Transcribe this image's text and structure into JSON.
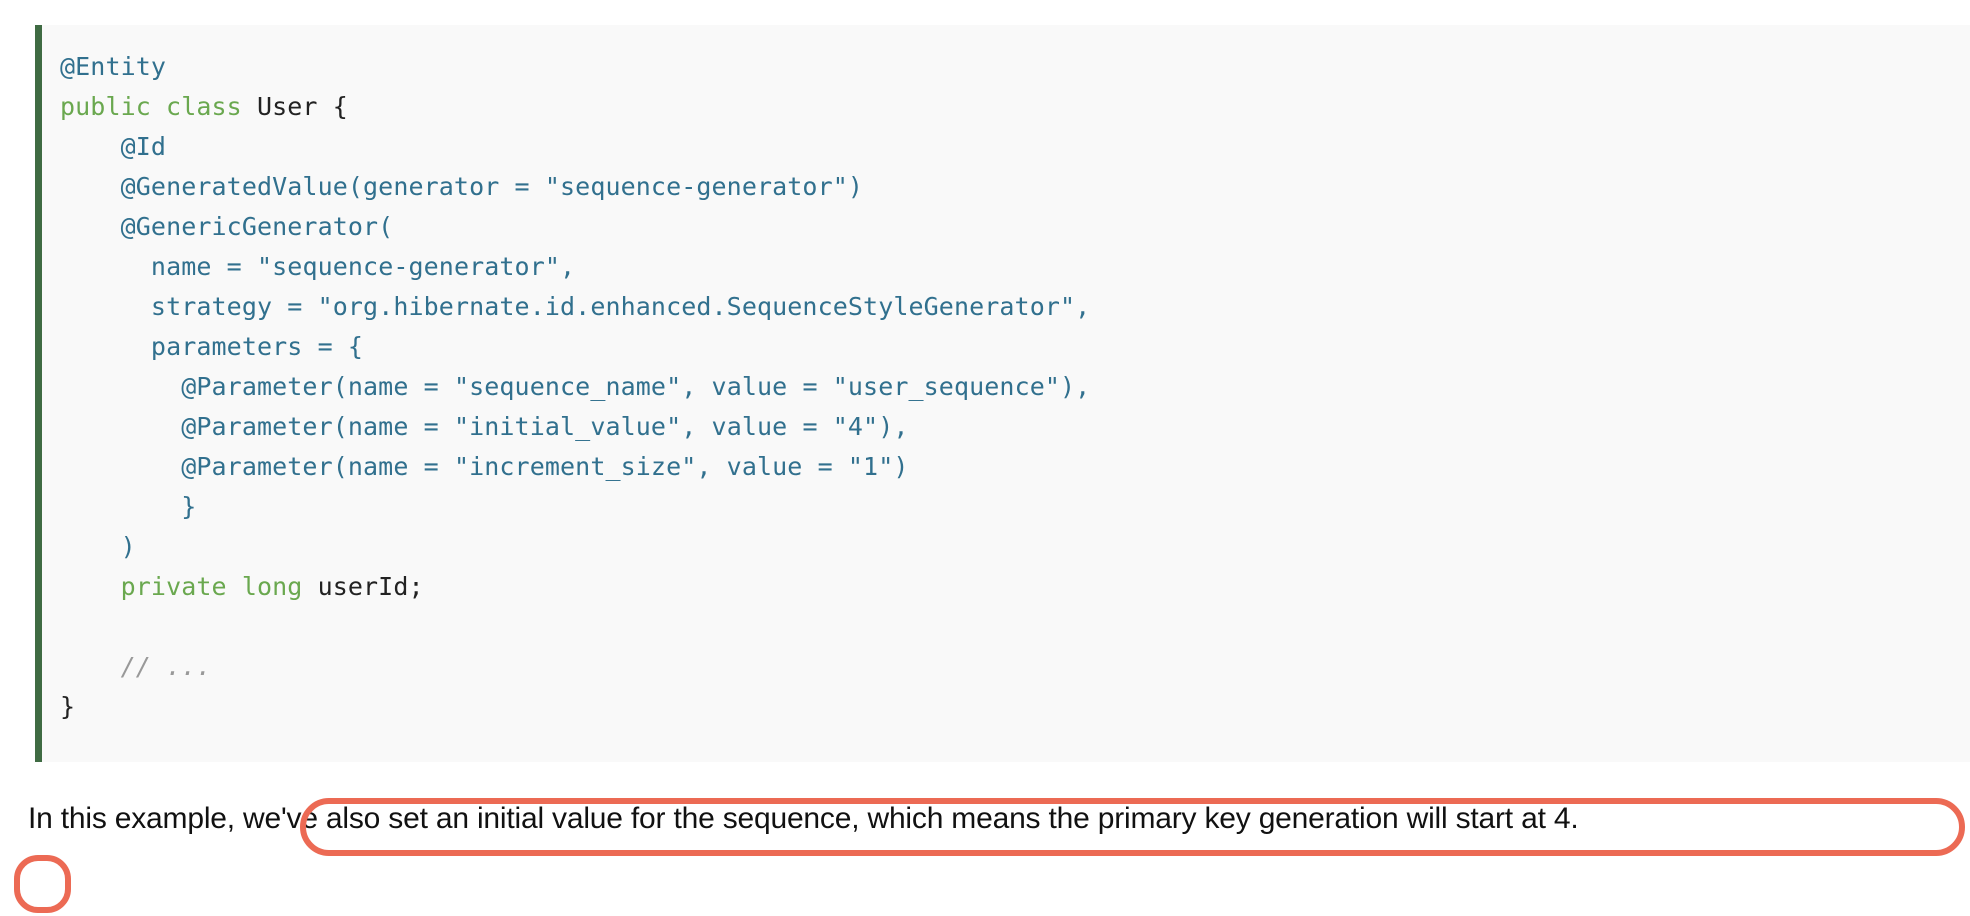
{
  "code_block": {
    "language": "java",
    "accent_border_color": "#3f6b43",
    "background_color": "#f9f9f9",
    "lines": [
      {
        "indent": 0,
        "tokens": [
          {
            "t": "ann",
            "s": "@Entity"
          }
        ]
      },
      {
        "indent": 0,
        "tokens": [
          {
            "t": "kw",
            "s": "public class "
          },
          {
            "t": "plain",
            "s": "User {"
          }
        ]
      },
      {
        "indent": 1,
        "tokens": [
          {
            "t": "ann",
            "s": "@Id"
          }
        ]
      },
      {
        "indent": 1,
        "tokens": [
          {
            "t": "ann",
            "s": "@GeneratedValue(generator = "
          },
          {
            "t": "str",
            "s": "\"sequence-generator\""
          },
          {
            "t": "ann",
            "s": ")"
          }
        ]
      },
      {
        "indent": 1,
        "tokens": [
          {
            "t": "ann",
            "s": "@GenericGenerator("
          }
        ]
      },
      {
        "indent": 1,
        "extra": "  ",
        "tokens": [
          {
            "t": "ann",
            "s": "name = "
          },
          {
            "t": "str",
            "s": "\"sequence-generator\""
          },
          {
            "t": "ann",
            "s": ","
          }
        ]
      },
      {
        "indent": 1,
        "extra": "  ",
        "tokens": [
          {
            "t": "ann",
            "s": "strategy = "
          },
          {
            "t": "str",
            "s": "\"org.hibernate.id.enhanced.SequenceStyleGenerator\""
          },
          {
            "t": "ann",
            "s": ","
          }
        ]
      },
      {
        "indent": 1,
        "extra": "  ",
        "tokens": [
          {
            "t": "ann",
            "s": "parameters = {"
          }
        ]
      },
      {
        "indent": 1,
        "extra": "    ",
        "tokens": [
          {
            "t": "ann",
            "s": "@Parameter(name = "
          },
          {
            "t": "str",
            "s": "\"sequence_name\""
          },
          {
            "t": "ann",
            "s": ", value = "
          },
          {
            "t": "str",
            "s": "\"user_sequence\""
          },
          {
            "t": "ann",
            "s": "),"
          }
        ]
      },
      {
        "indent": 1,
        "extra": "    ",
        "tokens": [
          {
            "t": "ann",
            "s": "@Parameter(name = "
          },
          {
            "t": "str",
            "s": "\"initial_value\""
          },
          {
            "t": "ann",
            "s": ", value = "
          },
          {
            "t": "str",
            "s": "\"4\""
          },
          {
            "t": "ann",
            "s": "),"
          }
        ]
      },
      {
        "indent": 1,
        "extra": "    ",
        "tokens": [
          {
            "t": "ann",
            "s": "@Parameter(name = "
          },
          {
            "t": "str",
            "s": "\"increment_size\""
          },
          {
            "t": "ann",
            "s": ", value = "
          },
          {
            "t": "str",
            "s": "\"1\""
          },
          {
            "t": "ann",
            "s": ")"
          }
        ]
      },
      {
        "indent": 1,
        "extra": "    ",
        "tokens": [
          {
            "t": "ann",
            "s": "}"
          }
        ]
      },
      {
        "indent": 1,
        "tokens": [
          {
            "t": "ann",
            "s": ")"
          }
        ]
      },
      {
        "indent": 1,
        "tokens": [
          {
            "t": "kw",
            "s": "private long "
          },
          {
            "t": "plain",
            "s": "userId;"
          }
        ]
      },
      {
        "indent": 0,
        "tokens": [
          {
            "t": "plain",
            "s": ""
          }
        ]
      },
      {
        "indent": 1,
        "tokens": [
          {
            "t": "cmt",
            "s": "// ..."
          }
        ]
      },
      {
        "indent": 0,
        "tokens": [
          {
            "t": "plain",
            "s": "}"
          }
        ]
      }
    ]
  },
  "paragraph": {
    "lead": "In this example, ",
    "highlighted": "we've also set an initial value for the sequence, which means the primary key generation will start at 4.",
    "highlight_color": "#ec6a54",
    "full_text": "In this example, we've also set an initial value for the sequence, which means the primary key generation will start at 4."
  },
  "annotations": [
    {
      "name": "oval-highlight-line-1",
      "shape": "rounded-rectangle",
      "color": "#ec6a54",
      "covers": "we've also set an initial value for the sequence, which means the primary key generation will start at"
    },
    {
      "name": "oval-highlight-line-2",
      "shape": "rounded-rectangle",
      "color": "#ec6a54",
      "covers": "4."
    }
  ]
}
